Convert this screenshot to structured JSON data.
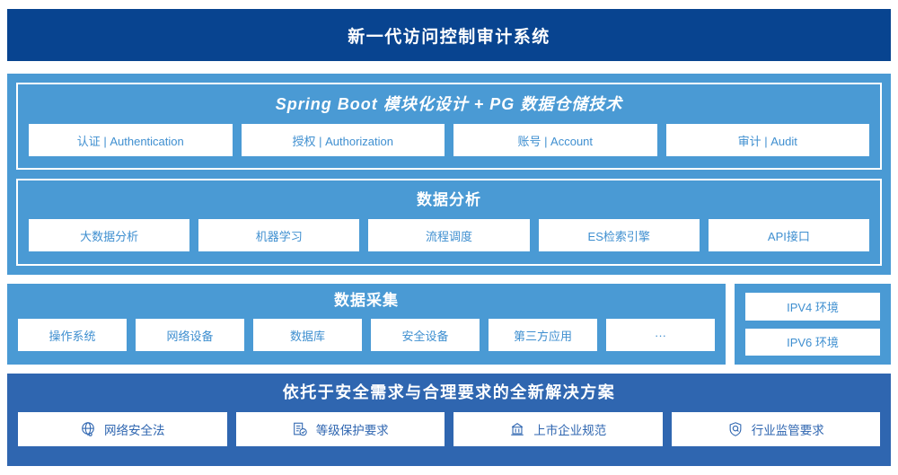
{
  "header": {
    "title": "新一代访问控制审计系统"
  },
  "platform": {
    "core": {
      "title": "Spring Boot 模块化设计 + PG 数据仓储技术",
      "items": [
        {
          "label": "认证 | Authentication"
        },
        {
          "label": "授权 | Authorization"
        },
        {
          "label": "账号 | Account"
        },
        {
          "label": "审计 | Audit"
        }
      ]
    },
    "analysis": {
      "title": "数据分析",
      "items": [
        {
          "label": "大数据分析"
        },
        {
          "label": "机器学习"
        },
        {
          "label": "流程调度"
        },
        {
          "label": "ES检索引擎"
        },
        {
          "label": "API接口"
        }
      ]
    }
  },
  "collection": {
    "title": "数据采集",
    "items": [
      {
        "label": "操作系统"
      },
      {
        "label": "网络设备"
      },
      {
        "label": "数据库"
      },
      {
        "label": "安全设备"
      },
      {
        "label": "第三方应用"
      },
      {
        "label": "···"
      }
    ]
  },
  "environments": {
    "items": [
      {
        "label": "IPV4 环境"
      },
      {
        "label": "IPV6 环境"
      }
    ]
  },
  "solution": {
    "title": "依托于安全需求与合理要求的全新解决方案",
    "items": [
      {
        "label": "网络安全法",
        "icon": "globe-network-icon"
      },
      {
        "label": "等级保护要求",
        "icon": "document-check-icon"
      },
      {
        "label": "上市企业规范",
        "icon": "bank-building-icon"
      },
      {
        "label": "行业监管要求",
        "icon": "shield-search-icon"
      }
    ]
  },
  "colors": {
    "header_bg": "#084490",
    "panel_bg": "#4a9ad4",
    "solution_bg": "#2f66b0",
    "chip_bg": "#ffffff",
    "chip_text": "#3f8fd0",
    "solution_chip_text": "#2f66b0"
  }
}
